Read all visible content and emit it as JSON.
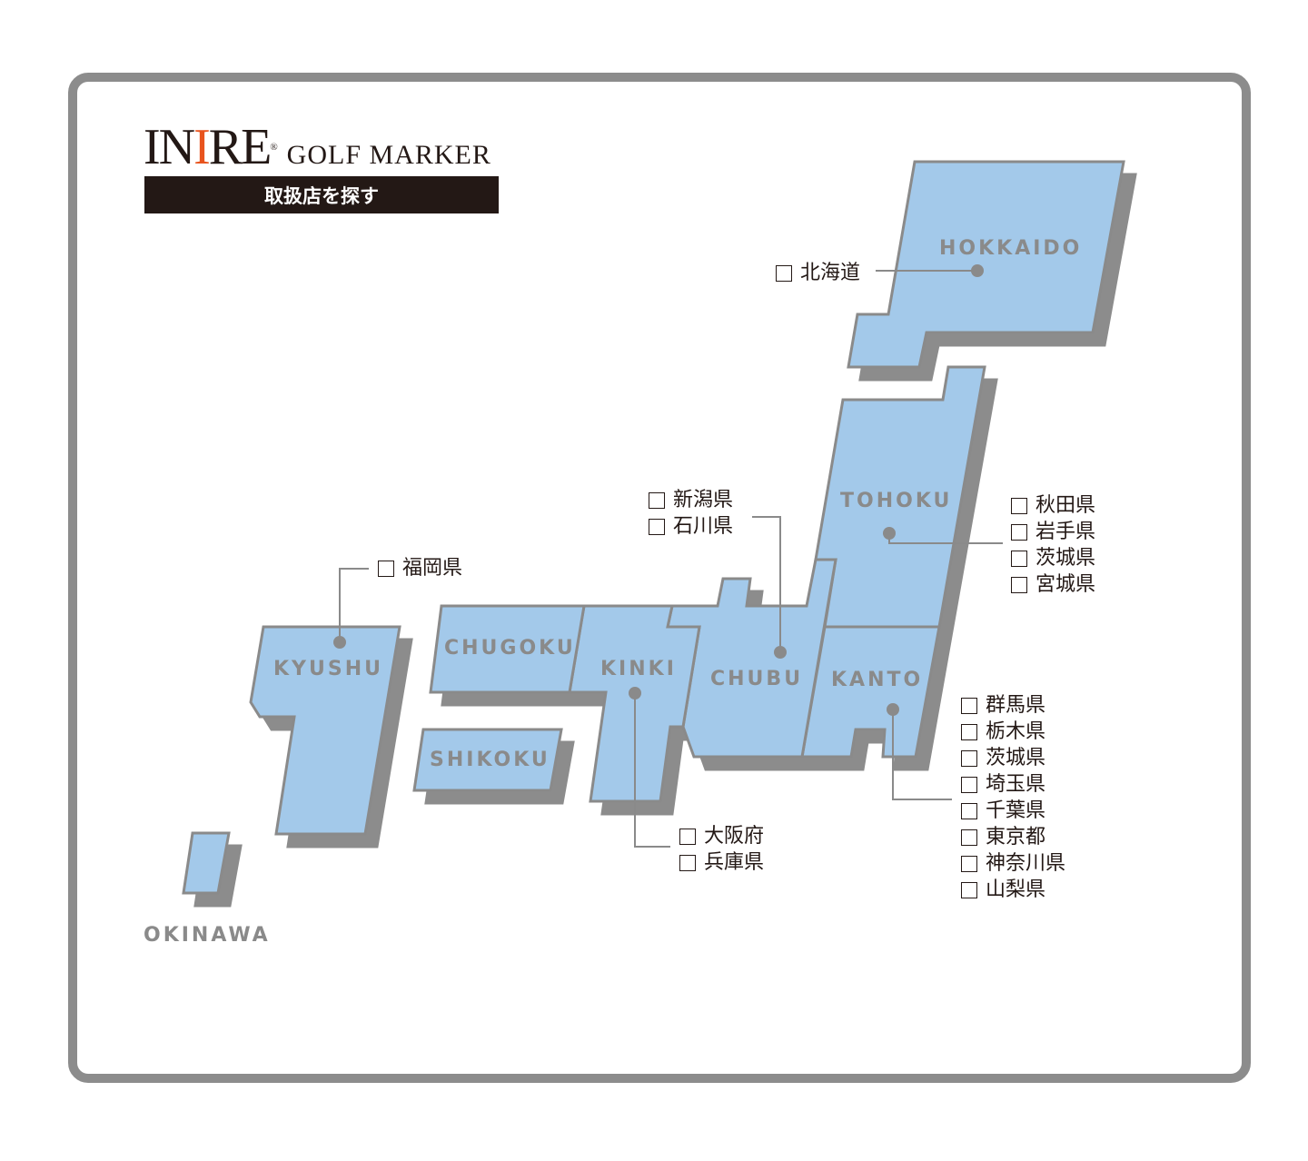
{
  "logo": {
    "brand_pre": "IN",
    "brand_accent": "I",
    "brand_post": "RE",
    "registered": "®",
    "subtitle": "GOLF MARKER"
  },
  "find_store_button": "取扱店を探す",
  "regions": {
    "hokkaido": "HOKKAIDO",
    "tohoku": "TOHOKU",
    "kanto": "KANTO",
    "chubu": "CHUBU",
    "kinki": "KINKI",
    "chugoku": "CHUGOKU",
    "shikoku": "SHIKOKU",
    "kyushu": "KYUSHU",
    "okinawa": "OKINAWA"
  },
  "prefectures": {
    "hokkaido": [
      "北海道"
    ],
    "tohoku": [
      "秋田県",
      "岩手県",
      "茨城県",
      "宮城県"
    ],
    "chubu": [
      "新潟県",
      "石川県"
    ],
    "kyushu": [
      "福岡県"
    ],
    "kinki": [
      "大阪府",
      "兵庫県"
    ],
    "kanto": [
      "群馬県",
      "栃木県",
      "茨城県",
      "埼玉県",
      "千葉県",
      "東京都",
      "神奈川県",
      "山梨県"
    ]
  },
  "colors": {
    "land": "#a3c9ea",
    "shadow": "#8c8c8c",
    "accent": "#e8541e",
    "dark": "#231815"
  }
}
